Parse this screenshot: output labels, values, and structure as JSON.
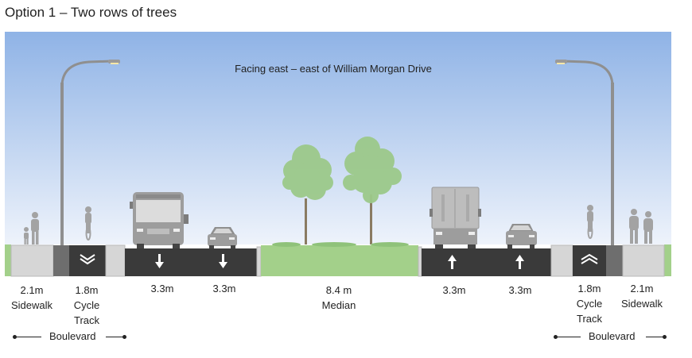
{
  "title": "Option 1 – Two rows of trees",
  "caption": "Facing east – east of William Morgan Drive",
  "sections": [
    {
      "width": "2.1m",
      "name": "Sidewalk"
    },
    {
      "width": "1.8m",
      "name": "Cycle",
      "name2": "Track"
    },
    {
      "width": "3.3m"
    },
    {
      "width": "3.3m"
    },
    {
      "width": "8.4 m",
      "name": "Median"
    },
    {
      "width": "3.3m"
    },
    {
      "width": "3.3m"
    },
    {
      "width": "1.8m",
      "name": "Cycle",
      "name2": "Track"
    },
    {
      "width": "2.1m",
      "name": "Sidewalk"
    }
  ],
  "boulevard_left": "Boulevard",
  "boulevard_right": "Boulevard",
  "colors": {
    "sky_top": "#8fb3e6",
    "sky_bottom": "#e9f0fb",
    "grass": "#a3d08a",
    "asphalt": "#3a3a3a",
    "sidewalk": "#d4d4d4",
    "tree": "#9cc98a",
    "vehicle": "#9a9a9a"
  },
  "icons": [
    "streetlight-icon",
    "tree-icon",
    "bus-icon",
    "car-icon",
    "truck-icon",
    "cyclist-icon",
    "pedestrian-icon",
    "lane-arrow-down-icon",
    "lane-arrow-up-icon",
    "chevron-down-icon",
    "chevron-up-icon"
  ]
}
